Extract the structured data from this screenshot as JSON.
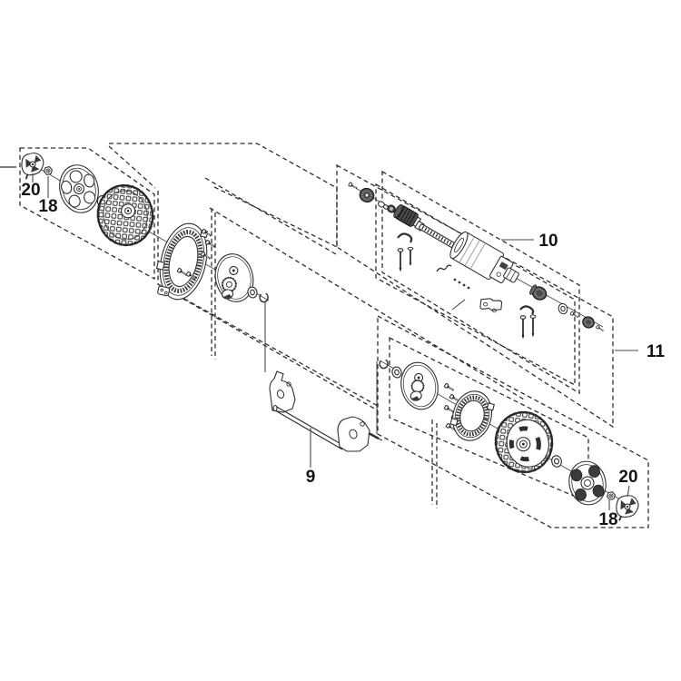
{
  "diagram": {
    "background": "#ffffff",
    "line_color": "#2f2f2f",
    "callouts": {
      "c20_left": "20",
      "c18_left": "18",
      "c10": "10",
      "c11": "11",
      "c9": "9",
      "c20_right": "20",
      "c18_right": "18"
    }
  }
}
